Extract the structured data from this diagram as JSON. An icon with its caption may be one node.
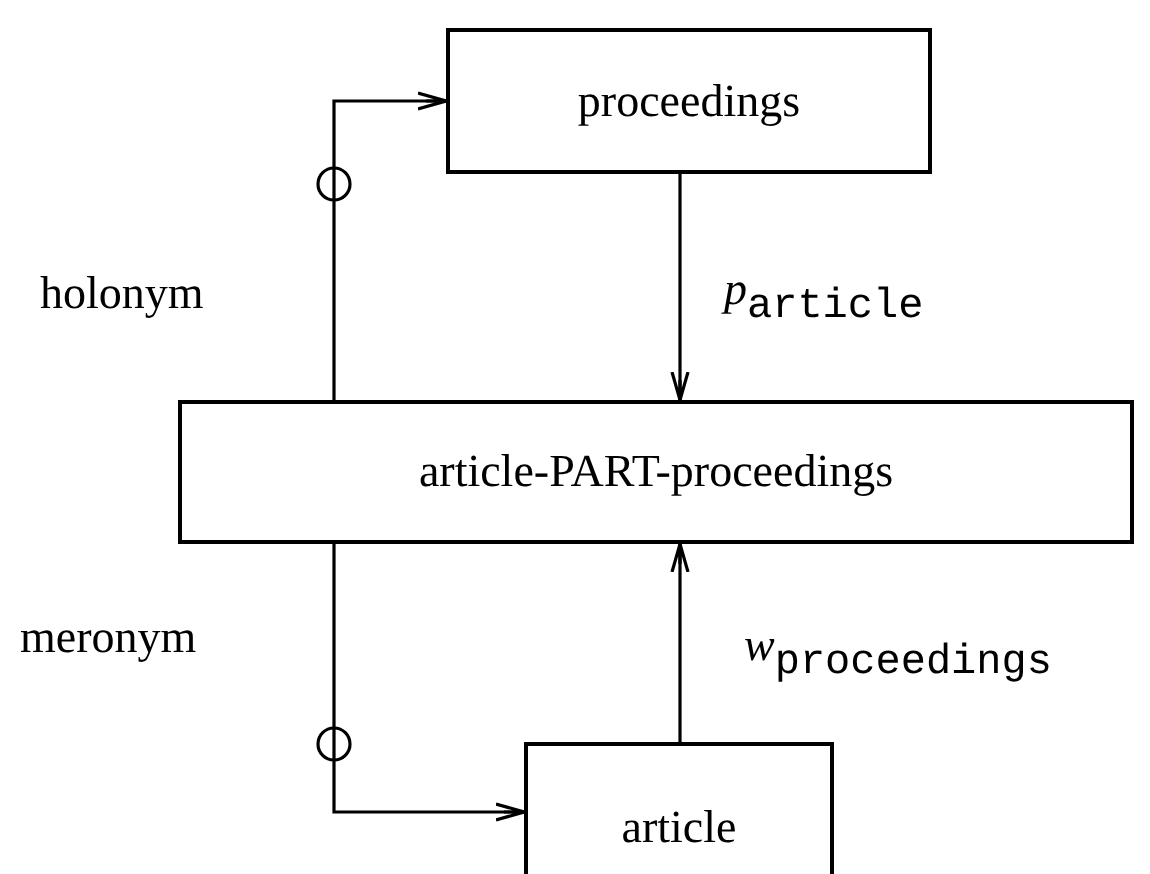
{
  "diagram": {
    "nodes": [
      {
        "text": [
          "proceedings"
        ]
      },
      {
        "text": [
          "article-PART-proceedings"
        ]
      },
      {
        "text": [
          "article"
        ]
      }
    ],
    "edges": [
      {
        "from": 1,
        "to": 0,
        "arrow": "to",
        "label": "holonym"
      },
      {
        "from": 0,
        "to": 1,
        "arrow": "to",
        "label": "*p*$_{article}$"
      },
      {
        "from": 1,
        "to": 2,
        "arrow": "to",
        "label": "meronym"
      },
      {
        "from": 2,
        "to": 1,
        "arrow": "to",
        "label": "*w*$_{proceedings}$"
      }
    ]
  }
}
